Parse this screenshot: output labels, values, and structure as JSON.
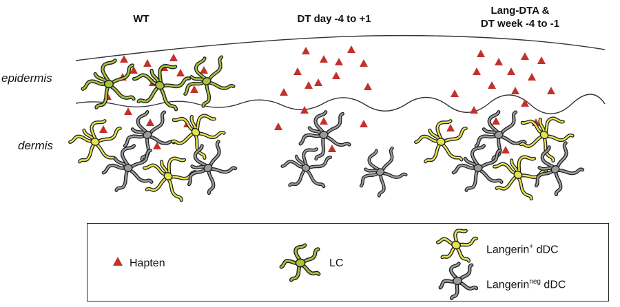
{
  "columns": {
    "wt": {
      "title": "WT"
    },
    "dt_day": {
      "title": "DT day -4 to +1"
    },
    "lang_dta": {
      "title_line1": "Lang-DTA &",
      "title_line2": "DT week -4 to -1"
    }
  },
  "layers": {
    "epidermis": "epidermis",
    "dermis": "dermis"
  },
  "legend": {
    "hapten": "Hapten",
    "lc": "LC",
    "langerin_pos": {
      "base": "Langerin",
      "sup": "+",
      "suffix": " dDC"
    },
    "langerin_neg": {
      "base": "Langerin",
      "sup": "neg",
      "suffix": " dDC"
    }
  },
  "colors": {
    "hapten": "#c4302b",
    "lc_body": "#a9c23c",
    "langerin_pos_body": "#e6e34d",
    "langerin_neg_body": "#9a9a9a",
    "outline": "#1e1e1e"
  }
}
